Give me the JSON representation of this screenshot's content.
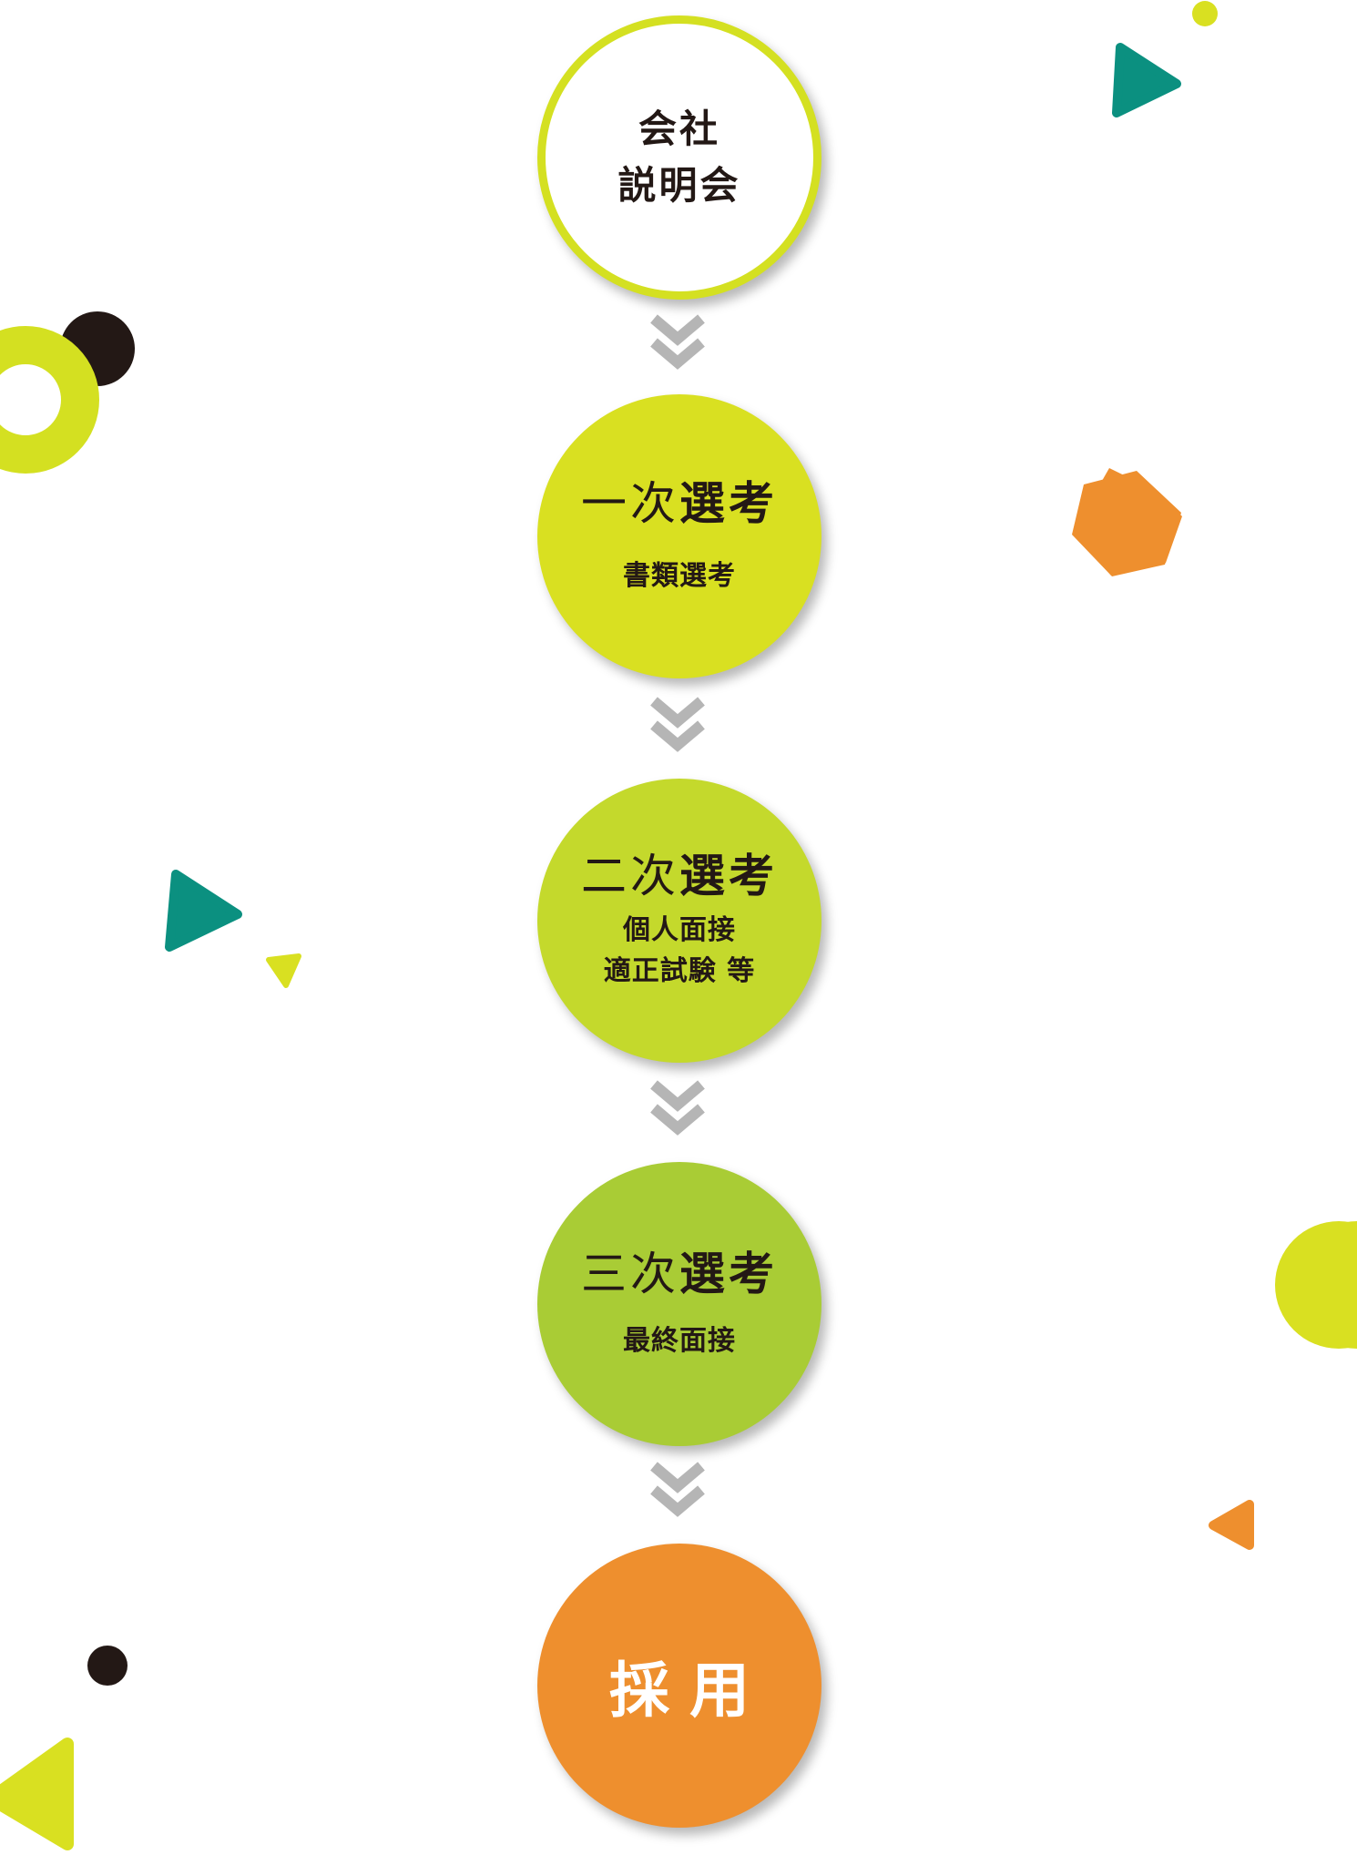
{
  "flow": {
    "steps": [
      {
        "id": "briefing",
        "title_lines": [
          "会社",
          "説明会"
        ]
      },
      {
        "id": "first",
        "title_pre": "一次",
        "title_main": "選考",
        "sub": [
          "書類選考"
        ]
      },
      {
        "id": "second",
        "title_pre": "二次",
        "title_main": "選考",
        "sub": [
          "個人面接",
          "適正試験 等"
        ]
      },
      {
        "id": "third",
        "title_pre": "三次",
        "title_main": "選考",
        "sub": [
          "最終面接"
        ]
      },
      {
        "id": "hire",
        "title": "採用"
      }
    ],
    "arrow_icon": "double-chevron-down-icon"
  },
  "colors": {
    "lime": "#d9e021",
    "yellow_green": "#c4d92c",
    "green": "#a9cc35",
    "orange": "#ee8f2e",
    "teal": "#0b9080",
    "black": "#231815",
    "chevron_gray": "#b5b5b5"
  },
  "decorations": [
    "teal-triangle",
    "lime-dot",
    "lime-ring",
    "black-dot",
    "orange-hexagon",
    "lime-triangle",
    "lime-half-circle",
    "orange-triangle"
  ]
}
